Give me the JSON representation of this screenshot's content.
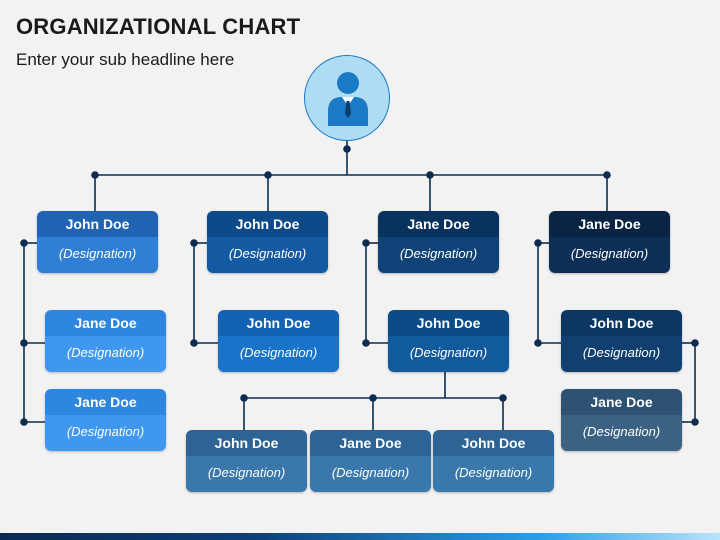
{
  "header": {
    "title": "ORGANIZATIONAL CHART",
    "subtitle": "Enter your sub headline here"
  },
  "root": {
    "icon": "person-with-tie-icon"
  },
  "designation_text": "(Designation)",
  "columns": [
    {
      "color_header": "#1f63b2",
      "color_body": "#2f7fd4",
      "head": {
        "name": "John Doe",
        "designation": "(Designation)"
      },
      "members": [
        {
          "name": "Jane Doe",
          "designation": "(Designation)",
          "color_header": "#2f86de",
          "color_body": "#3f97ef"
        },
        {
          "name": "Jane Doe",
          "designation": "(Designation)",
          "color_header": "#2f86de",
          "color_body": "#3f97ef"
        }
      ]
    },
    {
      "color_header": "#0e4a8a",
      "color_body": "#145aa2",
      "head": {
        "name": "John Doe",
        "designation": "(Designation)"
      },
      "members": [
        {
          "name": "John Doe",
          "designation": "(Designation)",
          "color_header": "#1263b6",
          "color_body": "#1973c9"
        }
      ]
    },
    {
      "color_header": "#0a325e",
      "color_body": "#0f4276",
      "head": {
        "name": "Jane Doe",
        "designation": "(Designation)"
      },
      "members": [
        {
          "name": "John Doe",
          "designation": "(Designation)",
          "color_header": "#0c4b86",
          "color_body": "#125a9e"
        }
      ],
      "sub_members": [
        {
          "name": "John Doe",
          "designation": "(Designation)",
          "color_header": "#2d6495",
          "color_body": "#3a77ab"
        },
        {
          "name": "Jane Doe",
          "designation": "(Designation)",
          "color_header": "#2d6495",
          "color_body": "#3a77ab"
        },
        {
          "name": "John Doe",
          "designation": "(Designation)",
          "color_header": "#2d6495",
          "color_body": "#3a77ab"
        }
      ]
    },
    {
      "color_header": "#0a2544",
      "color_body": "#0d2f56",
      "head": {
        "name": "Jane Doe",
        "designation": "(Designation)"
      },
      "members": [
        {
          "name": "John Doe",
          "designation": "(Designation)",
          "color_header": "#0c3763",
          "color_body": "#113f70"
        },
        {
          "name": "Jane Doe",
          "designation": "(Designation)",
          "color_header": "#2e5274",
          "color_body": "#3b6283"
        }
      ]
    }
  ],
  "colors": {
    "connector": "#0d2c4f",
    "avatar_fill": "#aedcf4",
    "avatar_icon": "#1b79c6",
    "background": "#f2f2f2"
  }
}
